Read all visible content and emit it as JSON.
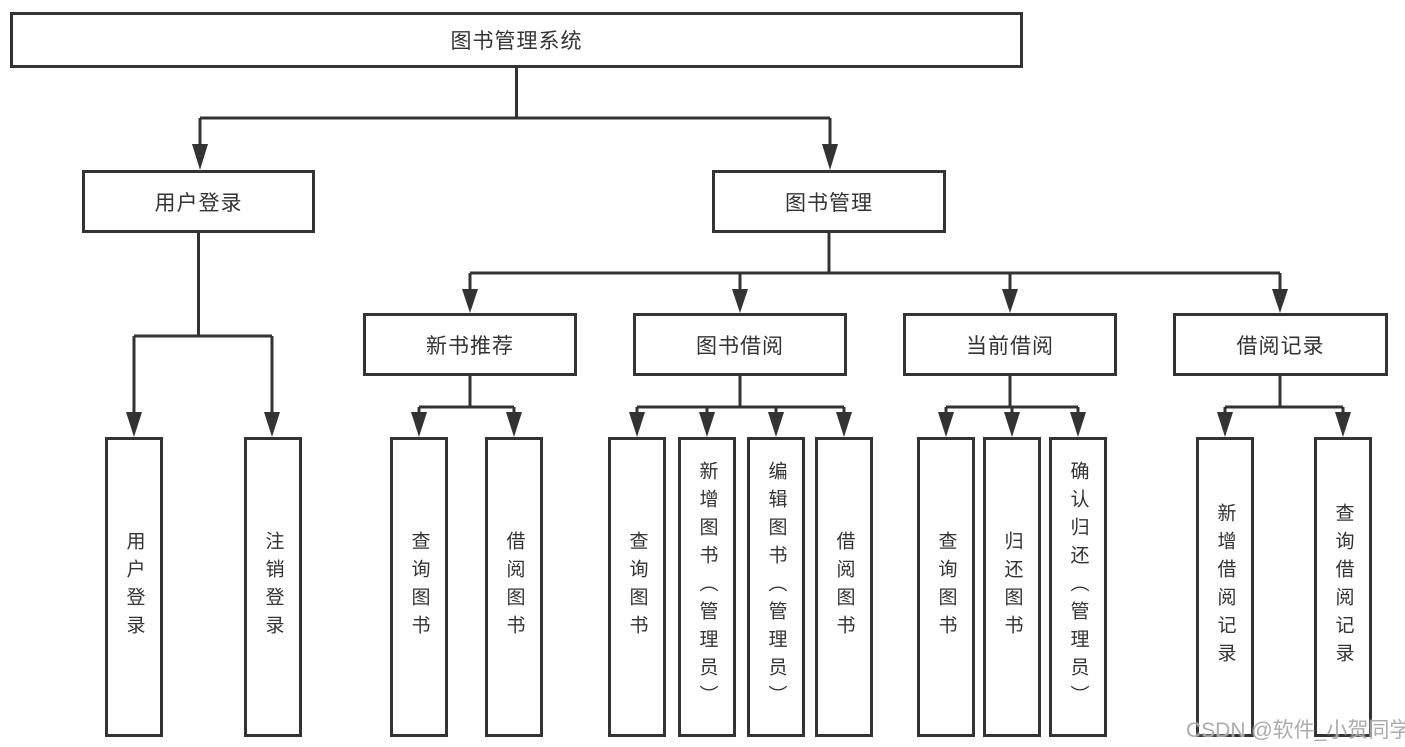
{
  "tree": {
    "label": "图书管理系统",
    "children": [
      {
        "label": "用户登录",
        "children": [
          {
            "label": "用户登录"
          },
          {
            "label": "注销登录"
          }
        ]
      },
      {
        "label": "图书管理",
        "children": [
          {
            "label": "新书推荐",
            "children": [
              {
                "label": "查询图书"
              },
              {
                "label": "借阅图书"
              }
            ]
          },
          {
            "label": "图书借阅",
            "children": [
              {
                "label": "查询图书"
              },
              {
                "label": "新增图书（管理员）"
              },
              {
                "label": "编辑图书（管理员）"
              },
              {
                "label": "借阅图书"
              }
            ]
          },
          {
            "label": "当前借阅",
            "children": [
              {
                "label": "查询图书"
              },
              {
                "label": "归还图书"
              },
              {
                "label": "确认归还（管理员）"
              }
            ]
          },
          {
            "label": "借阅记录",
            "children": [
              {
                "label": "新增借阅记录"
              },
              {
                "label": "查询借阅记录"
              }
            ]
          }
        ]
      }
    ]
  },
  "watermark": {
    "text": "CSDN @软件_小贺同学"
  },
  "colors": {
    "line": "#333333",
    "box_border": "#333333",
    "box_fill": "#ffffff",
    "text": "#333333",
    "watermark": "#a5a5a5",
    "background": "#ffffff"
  }
}
